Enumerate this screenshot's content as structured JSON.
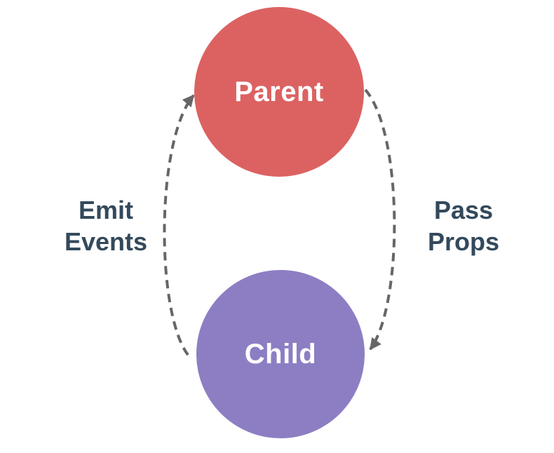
{
  "diagram": {
    "nodes": [
      {
        "id": "parent",
        "label": "Parent",
        "fill": "#DC6262",
        "label_color": "#FFFFFF"
      },
      {
        "id": "child",
        "label": "Child",
        "fill": "#8D7EC4",
        "label_color": "#FFFFFF"
      }
    ],
    "edges": [
      {
        "id": "emit-events",
        "from": "child",
        "to": "parent",
        "side": "left",
        "line_style": "dashed",
        "label_line1": "Emit",
        "label_line2": "Events"
      },
      {
        "id": "pass-props",
        "from": "parent",
        "to": "child",
        "side": "right",
        "line_style": "dashed",
        "label_line1": "Pass",
        "label_line2": "Props"
      }
    ],
    "colors": {
      "background": "#FFFFFF",
      "arrow": "#666666",
      "edge_label_text": "#33495C"
    }
  }
}
